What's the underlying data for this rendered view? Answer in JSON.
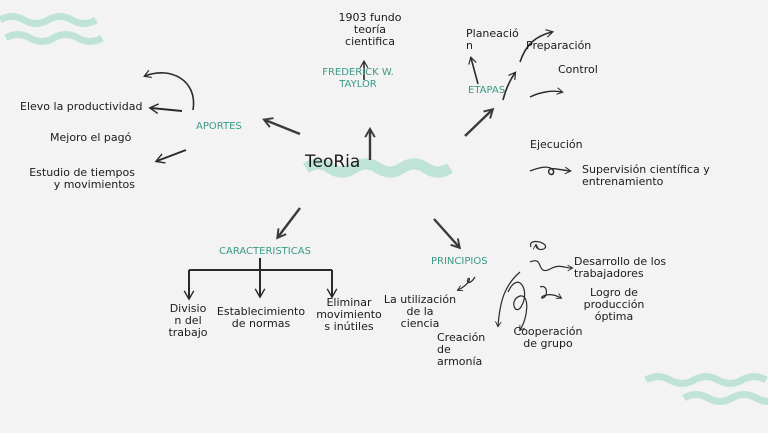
{
  "colors": {
    "teal": "#3a9a86",
    "wave": "#bfe3d7",
    "arrow": "#3a3a36",
    "background": "#f3f3f3"
  },
  "center": {
    "title": "TeoRia"
  },
  "taylor": {
    "label": "FREDERICK W.\nTAYLOR",
    "founding": "1903 fundo\nteoría\ncientifica"
  },
  "aportes": {
    "label": "APORTES",
    "items": [
      "Elevo la productividad",
      "Mejoro el pagó",
      "Estudio de tiempos\ny movimientos"
    ]
  },
  "etapas": {
    "label": "ETAPAS",
    "items": [
      "Planeació\nn",
      "Preparación",
      "Control",
      "Ejecución",
      "Supervisión científica y\nentrenamiento"
    ]
  },
  "caracteristicas": {
    "label": "CARACTERISTICAS",
    "items": [
      "Divisio\nn del\ntrabajo",
      "Establecimiento\nde normas",
      "Eliminar\nmovimiento\ns inútiles"
    ]
  },
  "principios": {
    "label": "PRINCIPIOS",
    "items": [
      "La utilización\nde la\nciencia",
      "Creación\nde\narmonía",
      "Cooperación\nde grupo",
      "Desarrollo de los\ntrabajadores",
      "Logro de\nproducción\nóptima"
    ]
  }
}
